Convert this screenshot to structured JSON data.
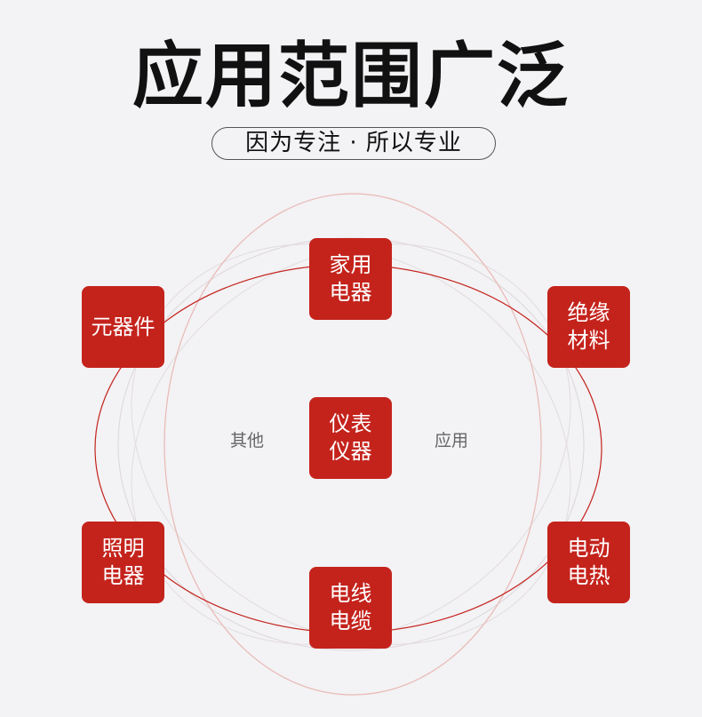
{
  "title": "应用范围广泛",
  "subtitle": "因为专注 · 所以专业",
  "center": {
    "line1": "仪表",
    "line2": "仪器"
  },
  "items": {
    "top": {
      "line1": "家用",
      "line2": "电器"
    },
    "upper_left": {
      "line1": "元器件",
      "line2": ""
    },
    "upper_right": {
      "line1": "绝缘",
      "line2": "材料"
    },
    "lower_left": {
      "line1": "照明",
      "line2": "电器"
    },
    "lower_right": {
      "line1": "电动",
      "line2": "电热"
    },
    "bottom": {
      "line1": "电线",
      "line2": "电缆"
    }
  },
  "side_labels": {
    "left": "其他",
    "right": "应用"
  },
  "colors": {
    "accent": "#c4231c",
    "background": "#f3f2f5",
    "orbit_light": "#e8b9b4"
  }
}
